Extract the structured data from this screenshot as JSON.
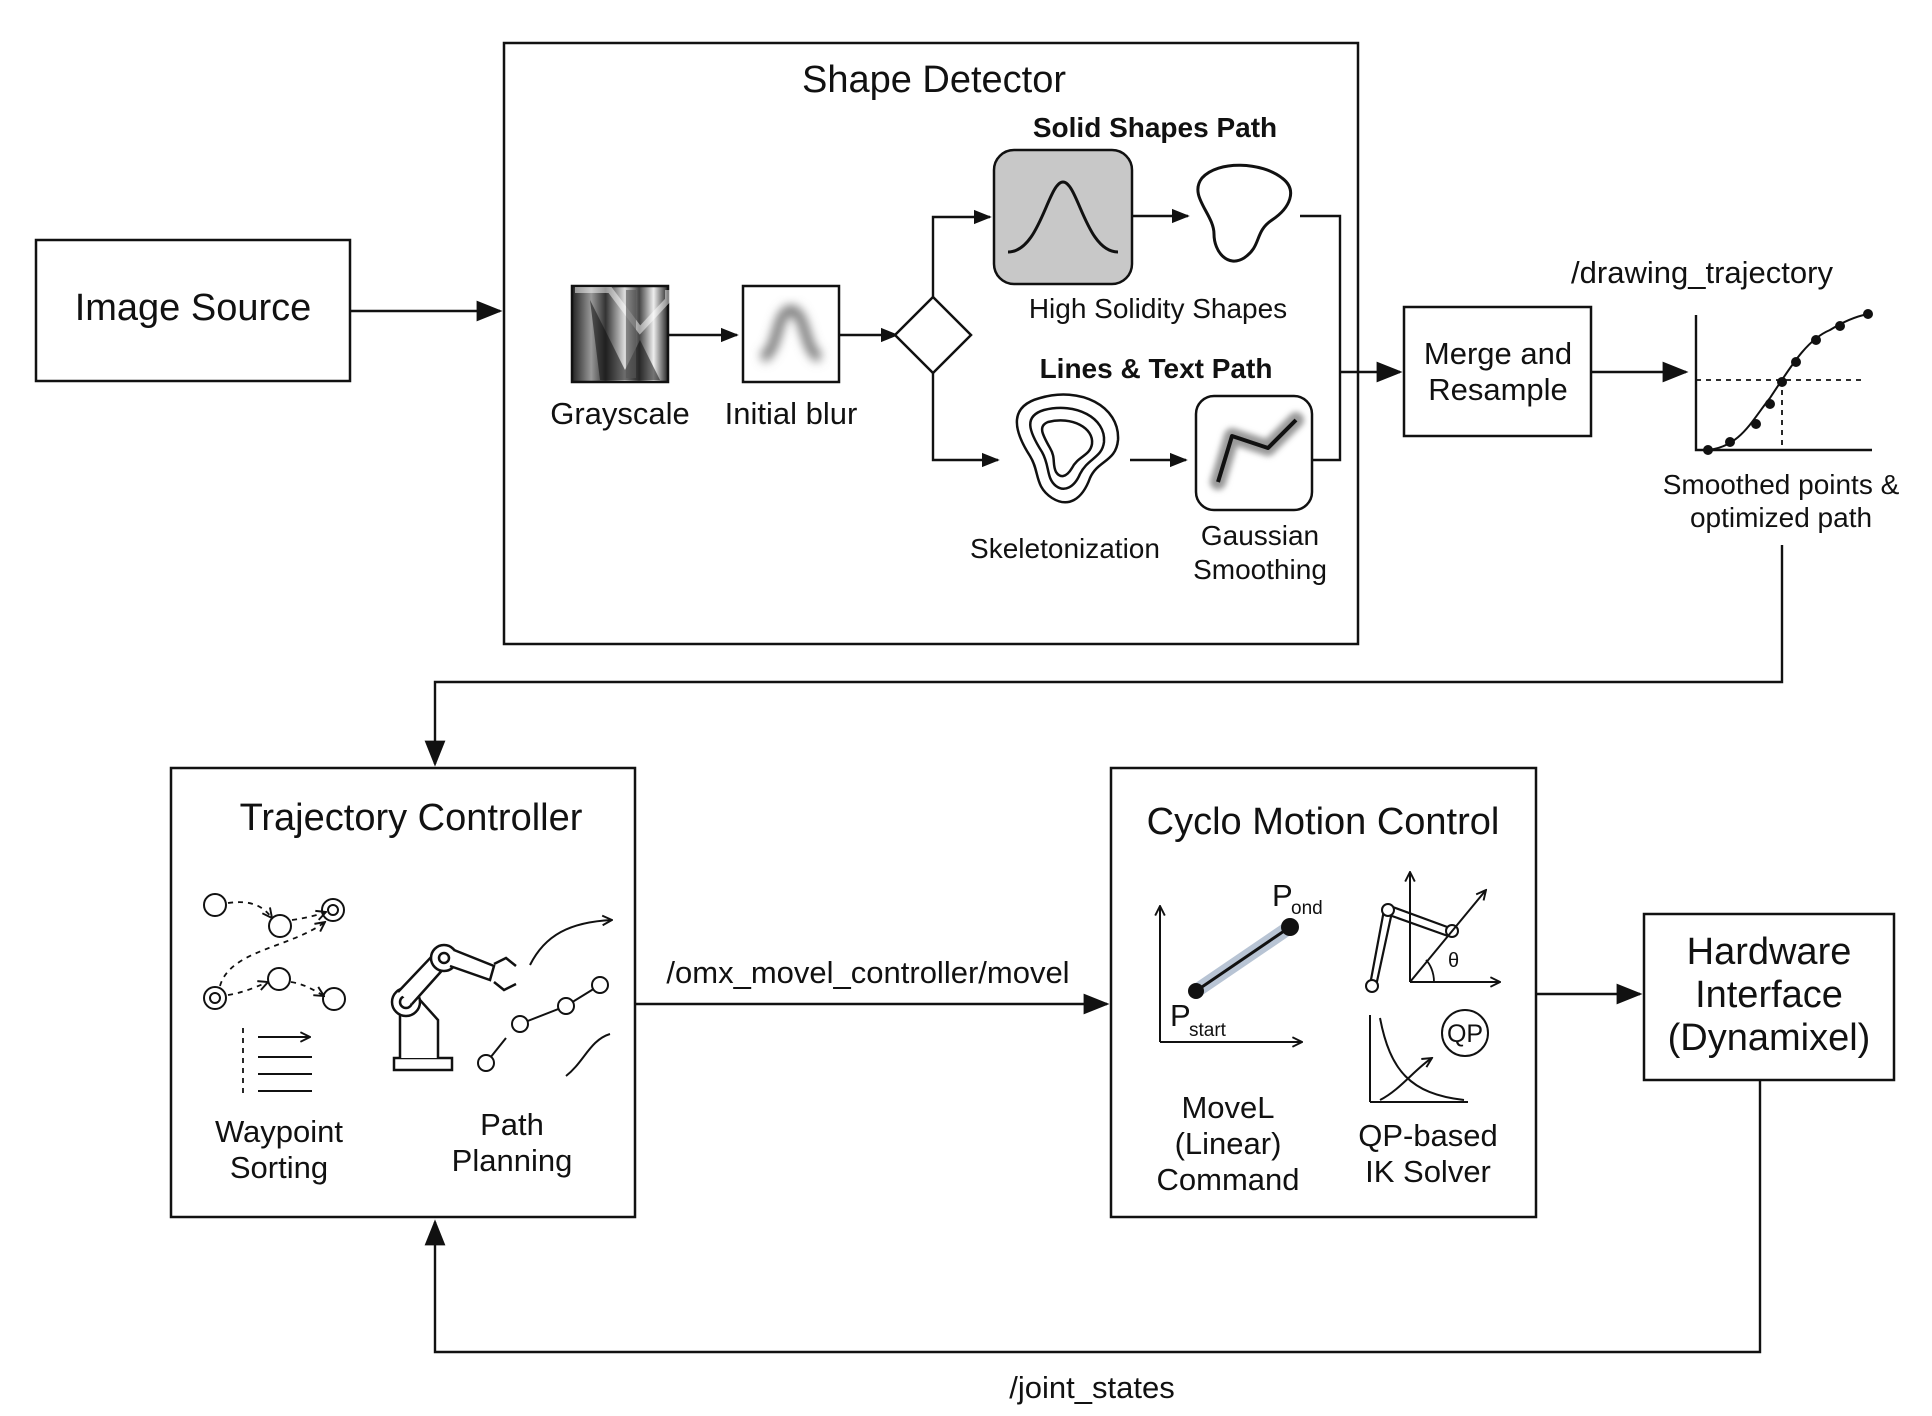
{
  "image_source": {
    "label": "Image Source"
  },
  "shape_detector": {
    "title": "Shape Detector",
    "grayscale": "Grayscale",
    "initial_blur": "Initial blur",
    "solid_path_title": "Solid Shapes Path",
    "high_solidity": "High Solidity Shapes",
    "lines_text_title": "Lines & Text Path",
    "skeletonization": "Skeletonization",
    "gaussian_1": "Gaussian",
    "gaussian_2": "Smoothing"
  },
  "merge": {
    "line1": "Merge and",
    "line2": "Resample"
  },
  "drawing_topic": "/drawing_trajectory",
  "smoothed": {
    "line1": "Smoothed points &",
    "line2": "optimized path"
  },
  "trajectory_controller": {
    "title": "Trajectory Controller",
    "waypoint_1": "Waypoint",
    "waypoint_2": "Sorting",
    "path_1": "Path",
    "path_2": "Planning"
  },
  "movel_topic": "/omx_movel_controller/movel",
  "cyclo": {
    "title": "Cyclo Motion Control",
    "p_end_main": "P",
    "p_end_sub": "ond",
    "p_start_main": "P",
    "p_start_sub": "start",
    "theta": "θ",
    "qp": "QP",
    "movel_1": "MoveL",
    "movel_2": "(Linear)",
    "movel_3": "Command",
    "qp_1": "QP-based",
    "qp_2": "IK Solver"
  },
  "hardware": {
    "line1": "Hardware",
    "line2": "Interface",
    "line3": "(Dynamixel)"
  },
  "joint_topic": "/joint_states",
  "colors": {
    "ink": "#111111",
    "solid_shape_fill": "#c8c8c8",
    "highlight": "#b8c4d4"
  },
  "icons": [
    "grayscale-thumbnail",
    "blur-thumbnail",
    "decision-diamond",
    "gaussian-curve-icon",
    "blob-shape-icon",
    "skeleton-contour-icon",
    "smoothed-polyline-icon",
    "trajectory-plot-icon",
    "waypoint-graph-icon",
    "robot-arm-icon",
    "linear-move-plot-icon",
    "ik-arm-icon",
    "qp-curve-icon"
  ]
}
